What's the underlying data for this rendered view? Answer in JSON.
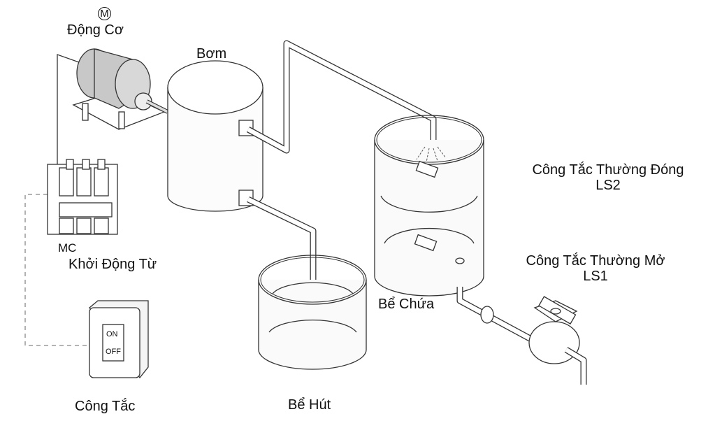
{
  "diagram": {
    "title": "",
    "labels": {
      "motor_symbol": "M",
      "motor": "Động Cơ",
      "pump": "Bơm",
      "contactor_code": "MC",
      "contactor": "Khởi Động Từ",
      "switch": "Công Tắc",
      "switch_on": "ON",
      "switch_off": "OFF",
      "suction_tank": "Bể Hút",
      "storage_tank": "Bể Chứa",
      "nc_switch": "Công Tắc Thường Đóng",
      "nc_switch_code": "LS2",
      "no_switch": "Công Tắc Thường Mở",
      "no_switch_code": "LS1"
    },
    "colors": {
      "line": "#333333",
      "motor_body": "#c8c8c8",
      "background": "#ffffff"
    }
  }
}
